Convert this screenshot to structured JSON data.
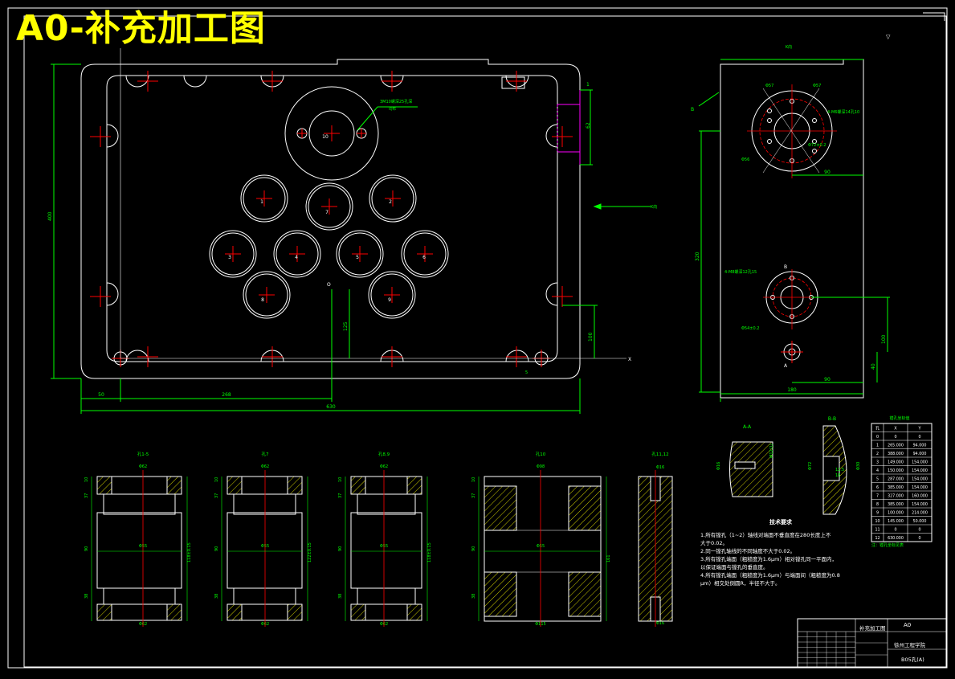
{
  "drawing_title": "A0-补充加工图",
  "colors": {
    "background": "#000000",
    "outline": "#ffffff",
    "center_line": "#ff0000",
    "dimension": "#00ff00",
    "hidden": "#ff00ff",
    "title": "#ffff00"
  },
  "main_view": {
    "hole_numbers": [
      "10",
      "1",
      "7",
      "2",
      "3",
      "4",
      "5",
      "6",
      "8",
      "9"
    ],
    "callout": "3M10螺深25孔深",
    "dims": {
      "height": "400",
      "width_total": "630",
      "x_offset": "268",
      "left_offset": "50",
      "y_125": "125",
      "y_100": "100",
      "right_62": "62",
      "small_5": "5",
      "tag_1": "1"
    },
    "axis_x": "X",
    "axis_o": "O",
    "view_arrow": "K向"
  },
  "side_view": {
    "label": "K向",
    "section_a": "A",
    "section_b": "B",
    "dims": {
      "height": "320",
      "width": "180",
      "top_90": "90",
      "bottom_90": "90",
      "right_100": "100",
      "right_40": "40"
    },
    "top_callout": "4-M6螺深14孔10",
    "top_pcd": "Φ72±0.2",
    "bottom_callout": "4-M8螺深12孔15",
    "bottom_pcd": "Φ54±0.2"
  },
  "section_views": {
    "aa_title": "A-A",
    "bb_title": "B-B"
  },
  "bores": [
    {
      "label": "孔1-5",
      "d_top": "Φ62",
      "d_mid": "Φ55",
      "d_bot": "Φ62",
      "h": "118±0.15",
      "dims_left": [
        "10",
        "37",
        "90",
        "38"
      ]
    },
    {
      "label": "孔7",
      "d_top": "Φ62",
      "d_mid": "Φ55",
      "d_bot": "Φ62",
      "h": "122±0.15",
      "dims_left": [
        "10",
        "37",
        "90",
        "38"
      ]
    },
    {
      "label": "孔8,9",
      "d_top": "Φ62",
      "d_mid": "Φ55",
      "d_bot": "Φ62",
      "h": "118±0.15",
      "dims_left": [
        "10",
        "37",
        "90",
        "38"
      ]
    },
    {
      "label": "孔10",
      "d_top": "Φ98",
      "d_mid": "Φ55",
      "d_bot": "Φ115",
      "h": "161",
      "dims_left": [
        "10",
        "37",
        "90",
        "38"
      ]
    },
    {
      "label": "孔11,12",
      "d_top": "Φ16",
      "d_mid": "",
      "d_bot": "Φ16",
      "h": "",
      "dims_left": []
    }
  ],
  "coord_table": {
    "title": "镗孔坐标值",
    "headers": [
      "孔",
      "X",
      "Y"
    ],
    "rows": [
      [
        "0",
        "0",
        "0"
      ],
      [
        "1",
        "265.000",
        "94.000"
      ],
      [
        "2",
        "388.000",
        "94.000"
      ],
      [
        "3",
        "149.000",
        "154.000"
      ],
      [
        "4",
        "150.000",
        "154.000"
      ],
      [
        "5",
        "287.000",
        "154.000"
      ],
      [
        "6",
        "385.000",
        "154.000"
      ],
      [
        "7",
        "327.000",
        "160.000"
      ],
      [
        "8",
        "385.000",
        "154.000"
      ],
      [
        "9",
        "100.000",
        "214.000"
      ],
      [
        "10",
        "145.000",
        "50.000"
      ],
      [
        "11",
        "0",
        "0"
      ],
      [
        "12",
        "630.000",
        "0"
      ]
    ],
    "note": "注：镗孔坐标见表"
  },
  "tech_req": {
    "title": "技术要求",
    "lines": [
      "1.所有镗孔（1~2）轴线对端面不垂直度在280长度上不",
      "  大于0.02。",
      "2.同一镗孔轴线的不同轴度不大于0.02。",
      "3.所有镗孔端面（粗糙度为1.6μm）相对镗孔同一平面内，",
      "  以保证端面与镗孔的垂直度。",
      "4.所有镗孔端面（粗糙度为1.6μm）与端面间（粗糙度为0.8",
      "  μm）相交处倒圆R，半径不大于。"
    ]
  },
  "title_block": {
    "drawing_name": "补充加工图",
    "size": "A0",
    "school": "徐州工程学院",
    "part": "B05孔(A)"
  }
}
